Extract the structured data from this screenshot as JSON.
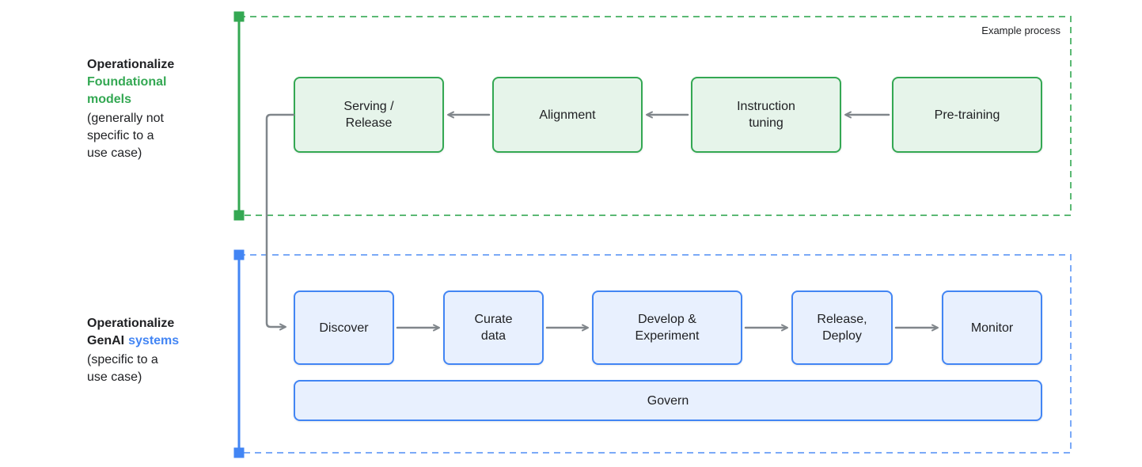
{
  "diagram": {
    "type": "process-flow",
    "background": "#ffffff",
    "corner_note": "Example process"
  },
  "colors": {
    "green_solid": "#34A853",
    "green_dash": "#5BB974",
    "green_fill": "#E6F4EA",
    "blue_solid": "#4285F4",
    "blue_dash": "#7BAAF7",
    "blue_fill": "#E8F0FE",
    "arrow_gray": "#80868B",
    "text_dark": "#202124"
  },
  "foundational_lane": {
    "side_label": {
      "title_black": "Operationalize",
      "title_green": "Foundational\nmodels",
      "note": "(generally not\nspecific to a\nuse case)"
    },
    "flow_direction": "right-to-left",
    "stages": [
      "Serving /\nRelease",
      "Alignment",
      "Instruction\ntuning",
      "Pre-training"
    ]
  },
  "genai_lane": {
    "side_label": {
      "title_black": "Operationalize",
      "title_black_2": "GenAI",
      "title_blue": "systems",
      "note": "(specific to a\nuse case)"
    },
    "flow_direction": "left-to-right",
    "stages": [
      "Discover",
      "Curate\ndata",
      "Develop &\nExperiment",
      "Release,\nDeploy",
      "Monitor"
    ],
    "govern_label": "Govern"
  }
}
